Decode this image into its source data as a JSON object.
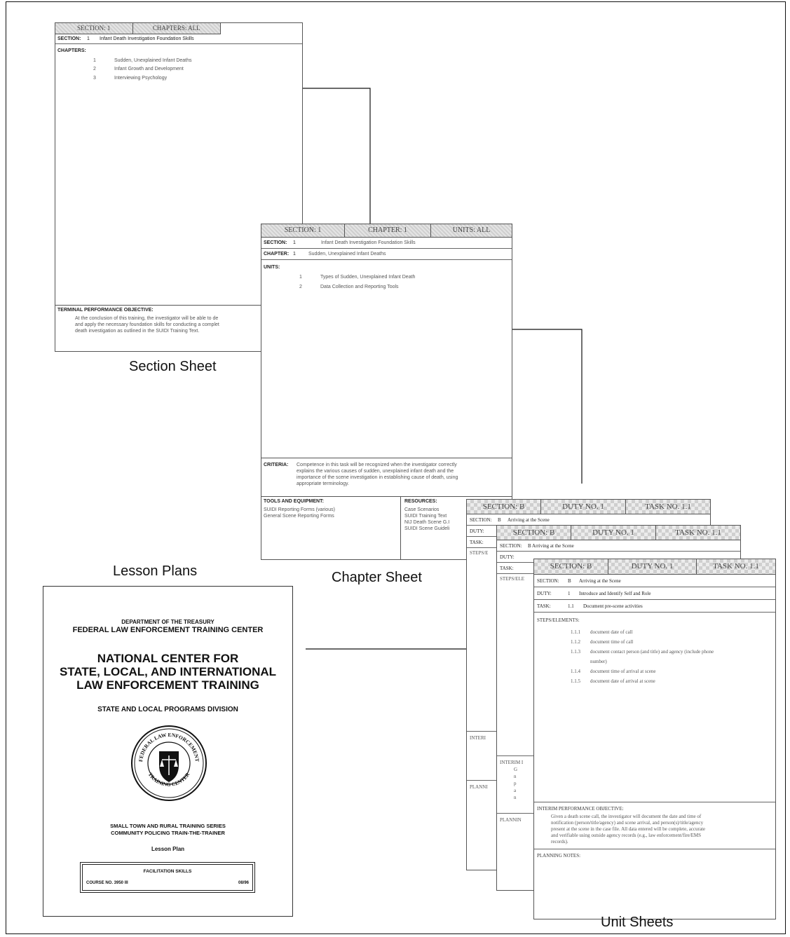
{
  "captions": {
    "section_sheet": "Section Sheet",
    "lesson_plans": "Lesson Plans",
    "chapter_sheet": "Chapter Sheet",
    "unit_sheets": "Unit Sheets"
  },
  "section_sheet": {
    "header": [
      "SECTION: 1",
      "CHAPTERS: ALL"
    ],
    "section_label": "SECTION:",
    "section_num": "1",
    "section_title": "Infant Death Investigation Foundation Skills",
    "chapters_label": "CHAPTERS:",
    "chapters": [
      {
        "num": "1",
        "title": "Sudden, Unexplained Infant Deaths"
      },
      {
        "num": "2",
        "title": "Infant Growth and Development"
      },
      {
        "num": "3",
        "title": "Interviewing Psychology"
      }
    ],
    "tpo_label": "TERMINAL PERFORMANCE OBJECTIVE:",
    "tpo_lines": [
      "At the conclusion of this training, the investigator will be able to de",
      "and apply the necessary foundation skills for conducting a complet",
      "death investigation as outlined in the SUIDI Training Text."
    ]
  },
  "chapter_sheet": {
    "header": [
      "SECTION: 1",
      "CHAPTER: 1",
      "UNITS: ALL"
    ],
    "section_label": "SECTION:",
    "section_num": "1",
    "section_title": "Infant Death Investigation Foundation Skills",
    "chapter_label": "CHAPTER:",
    "chapter_num": "1",
    "chapter_title": "Sudden, Unexplained Infant Deaths",
    "units_label": "UNITS:",
    "units": [
      {
        "num": "1",
        "title": "Types of Sudden, Unexplained Infant Death"
      },
      {
        "num": "2",
        "title": "Data Collection and Reporting Tools"
      }
    ],
    "criteria_label": "CRITERIA:",
    "criteria_lines": [
      "Competence in this task will be recognized when the investigator correctly",
      "explains the various causes of sudden, unexplained infant death and the",
      "importance of the scene investigation in establishing cause of death, using",
      "appropriate terminology."
    ],
    "tools_label": "TOOLS AND EQUIPMENT:",
    "tools": [
      "SUIDI Reporting Forms (various)",
      "General Scene Reporting Forms"
    ],
    "resources_label": "RESOURCES:",
    "resources": [
      "Case Scenarios",
      "SUIDI Training Text",
      "NIJ Death Scene G.I",
      "SUIDI Scene Guideli"
    ]
  },
  "unit_sheets": {
    "header_section": "SECTION: B",
    "header_duty": "DUTY NO. 1",
    "header_task": "TASK NO. 1.1",
    "back_rows": [
      "SECTION:",
      "DUTY:",
      "TASK:",
      "STEPS/E"
    ],
    "back_section_text": "B",
    "back_section_title": "Arriving at the Scene",
    "back_bottom": [
      "INTERI",
      "PLANNI"
    ],
    "mid_rows": [
      "SECTION:",
      "DUTY:",
      "TASK:",
      "STEPS/ELE"
    ],
    "mid_section_text": "B   Arriving at the Scene",
    "mid_bottom": [
      "INTERIM I",
      "PLANNIN"
    ],
    "mid_interim_frags": [
      "G",
      "n",
      "p",
      "a",
      "n"
    ],
    "front": {
      "section_label": "SECTION:",
      "section_num": "B",
      "section_title": "Arriving at the Scene",
      "duty_label": "DUTY:",
      "duty_num": "1",
      "duty_title": "Introduce and Identify Self and Role",
      "task_label": "TASK:",
      "task_num": "1.1",
      "task_title": "Document pre-scene activities",
      "steps_label": "STEPS/ELEMENTS:",
      "steps": [
        {
          "num": "1.1.1",
          "text": "document date of call"
        },
        {
          "num": "1.1.2",
          "text": "document time of call"
        },
        {
          "num": "1.1.3",
          "text": "document contact person (and title) and agency (include phone"
        },
        {
          "num": "",
          "text": "number)"
        },
        {
          "num": "1.1.4",
          "text": "document time of arrival at scene"
        },
        {
          "num": "1.1.5",
          "text": "document date of arrival at scene"
        }
      ],
      "ipo_label": "INTERIM PERFORMANCE OBJECTIVE:",
      "ipo_lines": [
        "Given a death scene call, the investigator will document the date and time of",
        "notification (person/title/agency) and scene arrival, and person(s)/title/agency",
        "present at the scene in the case file.  All data entered will be complete, accurate",
        "and verifiable using outside agency records (e.g., law enforcement/fire/EMS",
        "records)."
      ],
      "planning_label": "PLANNING NOTES:"
    }
  },
  "cover": {
    "dept": "DEPARTMENT OF THE TREASURY",
    "fletc": "FEDERAL LAW ENFORCEMENT TRAINING CENTER",
    "title_lines": [
      "NATIONAL CENTER FOR",
      "STATE, LOCAL, AND INTERNATIONAL",
      "LAW ENFORCEMENT TRAINING"
    ],
    "division": "STATE AND LOCAL PROGRAMS DIVISION",
    "seal_text_top": "FEDERAL LAW ENFORCEMENT",
    "seal_text_bottom": "TRAINING CENTER",
    "series_lines": [
      "SMALL TOWN AND RURAL TRAINING SERIES",
      "COMMUNITY POLICING TRAIN-THE-TRAINER"
    ],
    "lesson_plan": "Lesson Plan",
    "box_title": "FACILITATION SKILLS",
    "course_no": "COURSE NO. 3950 III",
    "date": "08/96"
  }
}
